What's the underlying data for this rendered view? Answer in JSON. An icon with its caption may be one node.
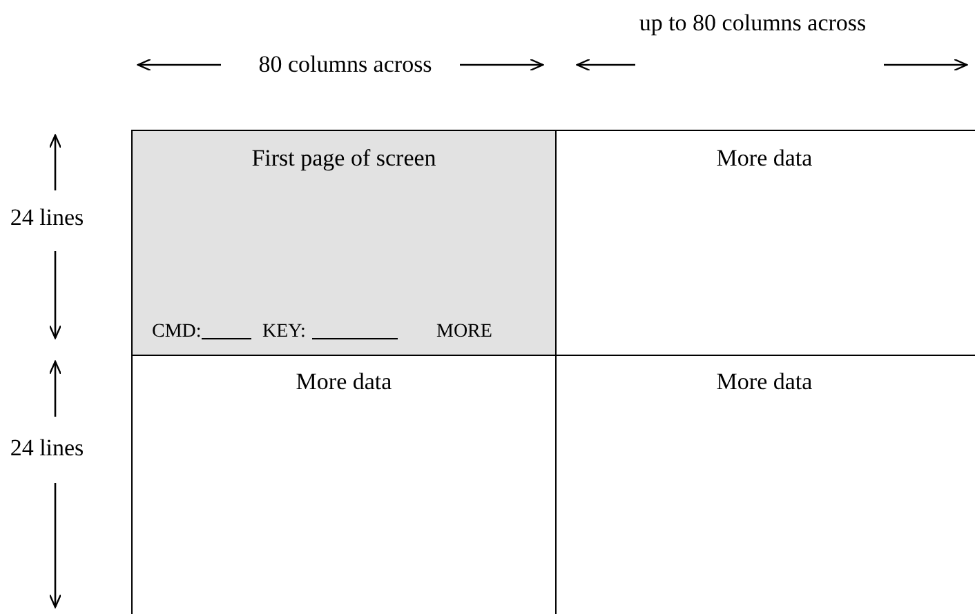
{
  "diagram": {
    "nodes": [
      {
        "text": [
          "First page of screen",
          "CMD:",
          "KEY:",
          "MORE"
        ]
      },
      {
        "text": [
          "More data"
        ]
      },
      {
        "text": [
          "More data"
        ]
      },
      {
        "text": [
          "More data"
        ]
      }
    ],
    "labels": [
      "80 columns across",
      "up to 80 columns across",
      "24 lines",
      "24 lines"
    ]
  }
}
